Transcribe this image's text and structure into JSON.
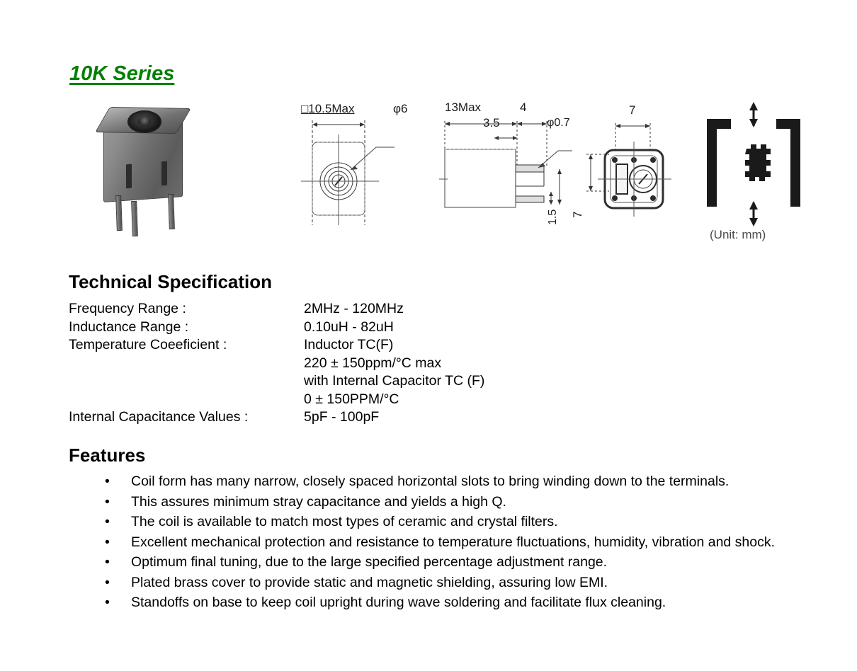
{
  "title": "10K Series",
  "accent_color": "#008000",
  "drawings": {
    "top_view": {
      "width_label": "□10.5Max",
      "hole_label": "φ6"
    },
    "side_view": {
      "length_label": "13Max",
      "offset_label": "3.5",
      "pin_gap_label": "4",
      "pin_dia_label": "φ0.7",
      "height_label": "7",
      "pin_len_label": "1.5"
    },
    "bottom_view": {
      "pitch_label": "7"
    },
    "footprint_view": {
      "unit_caption": "(Unit: mm)"
    }
  },
  "tech_spec": {
    "heading": "Technical Specification",
    "rows": [
      {
        "label": "Frequency Range :",
        "value": "2MHz - 120MHz"
      },
      {
        "label": "Inductance Range :",
        "value": "0.10uH - 82uH"
      },
      {
        "label": "Temperature Coeeficient :",
        "value": "Inductor TC(F)"
      },
      {
        "label": "",
        "value": "220 ± 150ppm/°C max"
      },
      {
        "label": "",
        "value": "with Internal Capacitor TC (F)"
      },
      {
        "label": "",
        "value": "0 ± 150PPM/°C"
      },
      {
        "label": "Internal Capacitance Values :",
        "value": "5pF - 100pF"
      }
    ]
  },
  "features": {
    "heading": "Features",
    "bullet_glyph": "•",
    "items": [
      "Coil form has many narrow, closely spaced horizontal slots to bring winding down to the terminals.",
      "This assures minimum stray capacitance and yields a high Q.",
      "The coil is available to match most types of ceramic and crystal filters.",
      "Excellent mechanical protection and resistance to temperature fluctuations, humidity, vibration and shock.",
      "Optimum final tuning, due to the large specified percentage adjustment range.",
      "Plated brass cover to provide static and magnetic shielding, assuring low EMI.",
      "Standoffs on base to keep coil upright during wave soldering and facilitate flux cleaning."
    ]
  }
}
